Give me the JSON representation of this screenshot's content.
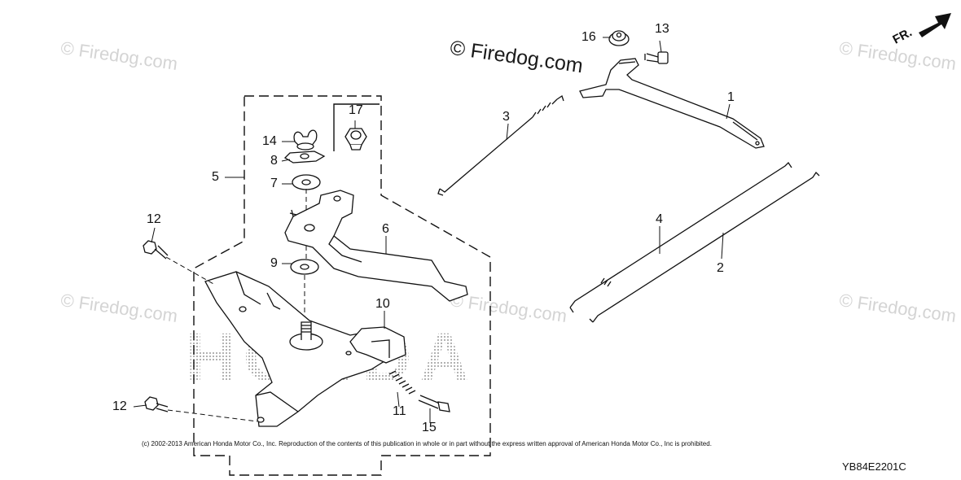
{
  "watermark": {
    "main": "© Firedog.com",
    "repeat": "© Firedog.com",
    "brand_logo": "HONDA"
  },
  "orientation": {
    "label": "FR."
  },
  "callouts": {
    "c1": "1",
    "c2": "2",
    "c3": "3",
    "c4": "4",
    "c5": "5",
    "c6": "6",
    "c7": "7",
    "c8": "8",
    "c9": "9",
    "c10": "10",
    "c11": "11",
    "c12a": "12",
    "c12b": "12",
    "c13": "13",
    "c14": "14",
    "c15": "15",
    "c16": "16",
    "c17": "17"
  },
  "footer": {
    "copyright": "(c) 2002-2013 American Honda Motor Co., Inc. Reproduction of the contents of this publication in whole or in part without the express written approval of American Honda Motor Co., Inc is prohibited.",
    "diagram_code": "YB84E2201C"
  },
  "colors": {
    "line": "#111111",
    "watermark": "#d4d4d4",
    "logo_dots": "#9a9a9a"
  }
}
